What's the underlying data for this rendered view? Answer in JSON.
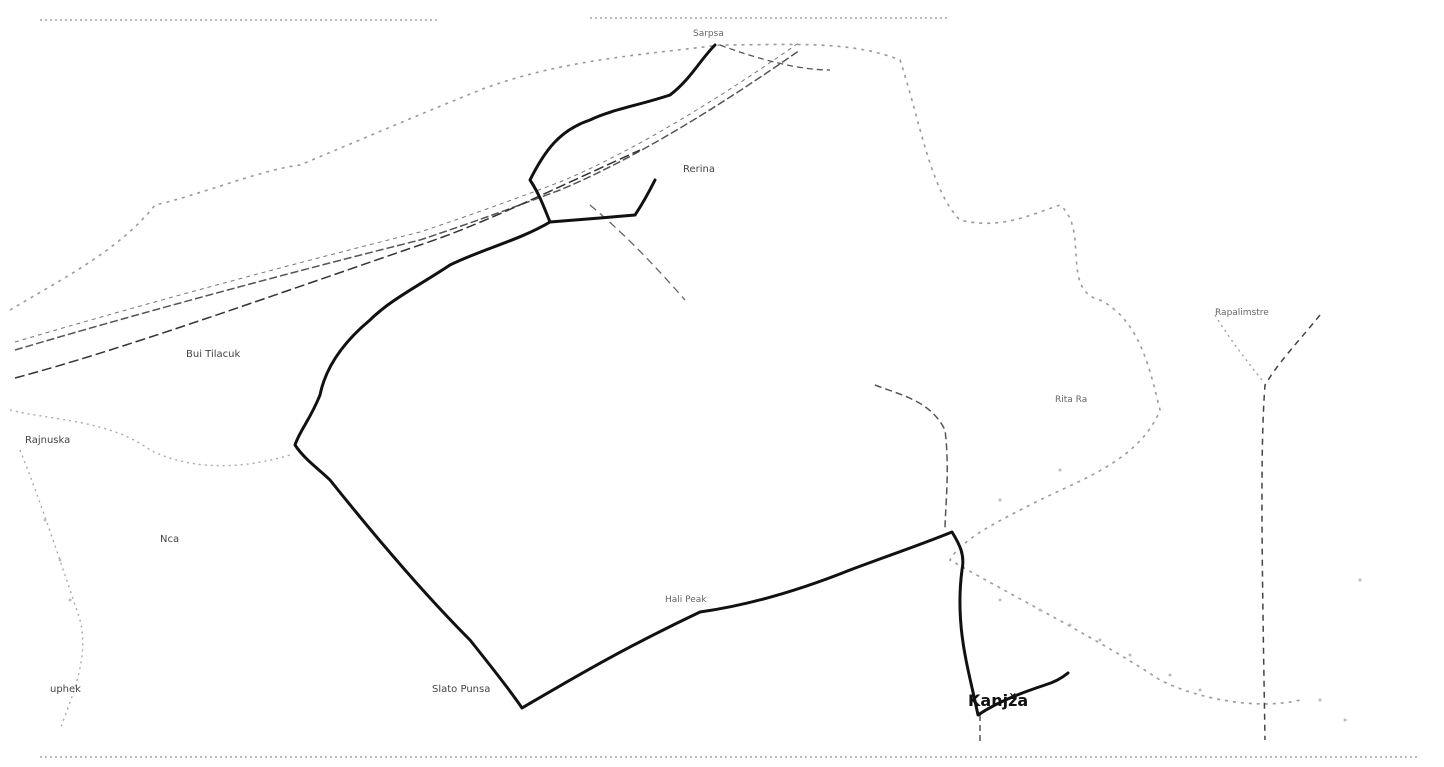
{
  "map": {
    "colors": {
      "background": "#ffffff",
      "primary_route": "#111111",
      "secondary_route": "#444444",
      "border": "#888888",
      "dotted": "#aaaaaa"
    },
    "labels": {
      "town_top": "Sarpsa",
      "mountain_north": "Rerina",
      "west_town": "Bui Tilacuk",
      "west_edge_town": "Rajnuska",
      "area_west": "Nca",
      "southwest_town": "uphek",
      "south_town": "Slato Punsa",
      "valley": "Hali Peak",
      "east_area": "Rita Ra",
      "northeast_town": "Rapalimstre",
      "main_town": "Kanjža"
    }
  }
}
